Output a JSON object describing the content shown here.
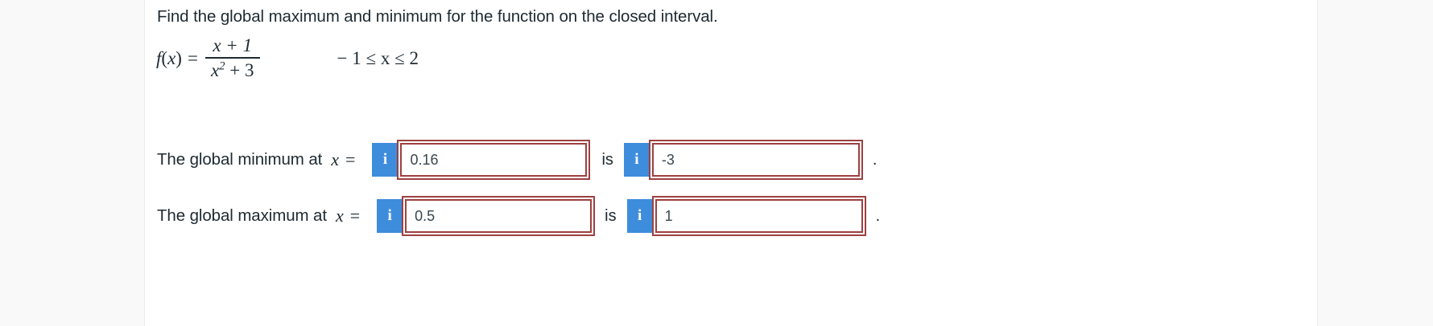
{
  "prompt": {
    "text": "Find the global maximum and minimum for the function on the closed interval."
  },
  "equation": {
    "function_label": "f",
    "open_paren": "(",
    "variable": "x",
    "close_paren": ")",
    "equals": "=",
    "numerator": "x + 1",
    "denominator_base": "x",
    "denominator_exponent": "2",
    "denominator_rest": " + 3",
    "domain": "− 1 ≤ x ≤ 2",
    "latex": "f(x) = (x + 1)/(x^2 + 3),  -1 <= x <= 2"
  },
  "answers": {
    "minimum": {
      "label": "The global minimum at",
      "variable": "x",
      "equals": "=",
      "info_icon": "i",
      "x_value": "0.16",
      "x_placeholder": "",
      "is_word": "is",
      "info_icon_2": "i",
      "y_value": "-3",
      "y_placeholder": "",
      "trailing": "."
    },
    "maximum": {
      "label": "The global maximum at",
      "variable": "x",
      "equals": "=",
      "info_icon": "i",
      "x_value": "0.5",
      "x_placeholder": "",
      "is_word": "is",
      "info_icon_2": "i",
      "y_value": "1",
      "y_placeholder": "",
      "trailing": "."
    }
  },
  "colors": {
    "input_border": "#9d4040",
    "info_button": "#3e8ddd",
    "text": "#1d2a32",
    "page_background": "#ffffff",
    "gutter_background": "#f9f9f9"
  }
}
